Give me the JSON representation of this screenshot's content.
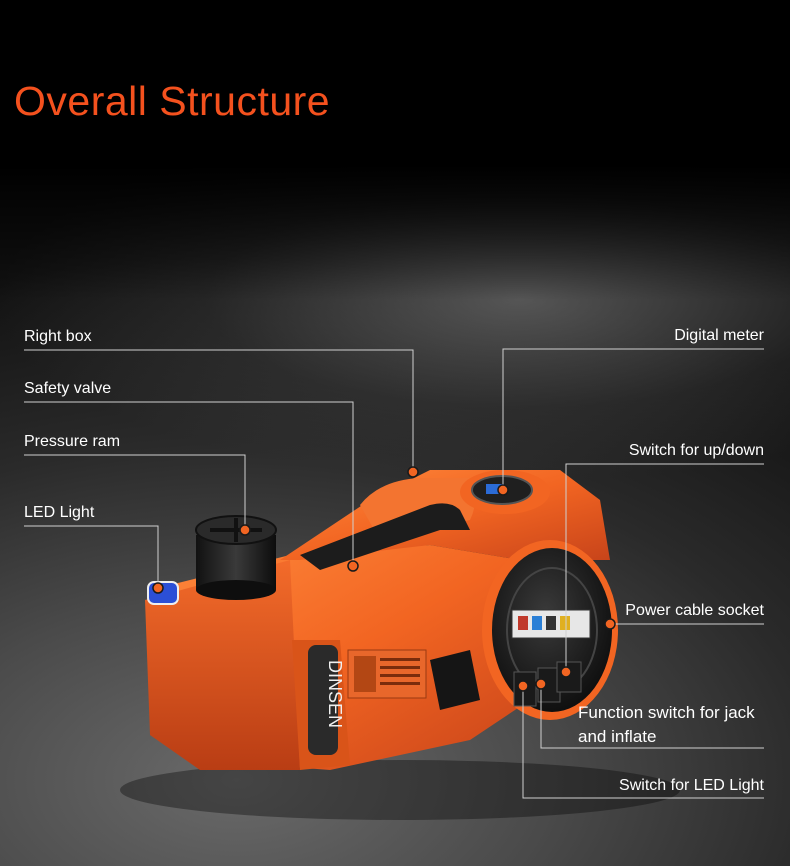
{
  "title": "Overall Structure",
  "brand_mark": "DINSEN",
  "labels": {
    "right_box": "Right box",
    "safety_valve": "Safety valve",
    "pressure_ram": "Pressure ram",
    "led_light": "LED Light",
    "digital_meter": "Digital meter",
    "switch_up_down": "Switch for up/down",
    "power_cable_socket": "Power cable socket",
    "function_switch_line1": "Function switch for jack",
    "function_switch_line2": "and inflate",
    "switch_led_light": "Switch for LED Light"
  },
  "colors": {
    "accent": "#f4511e",
    "body_orange": "#f26522",
    "marker": "#f26522"
  }
}
